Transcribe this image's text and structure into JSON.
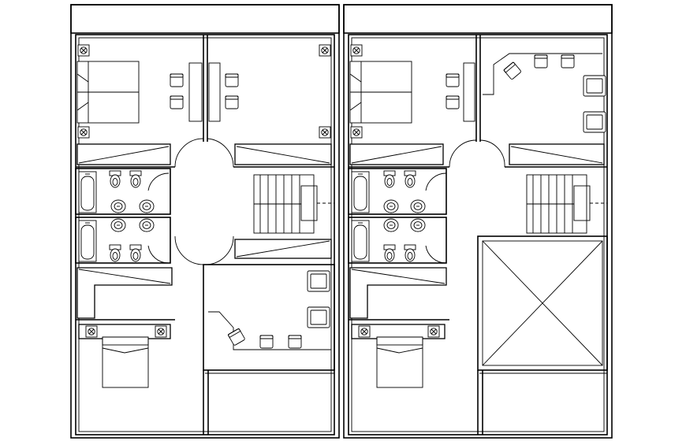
{
  "drawing": {
    "plans": [
      {
        "id": "left-floor-plan",
        "variant": "office-ground"
      },
      {
        "id": "right-floor-plan",
        "variant": "office-upper"
      }
    ],
    "colors": {
      "line": "#000000",
      "background": "#ffffff"
    }
  }
}
